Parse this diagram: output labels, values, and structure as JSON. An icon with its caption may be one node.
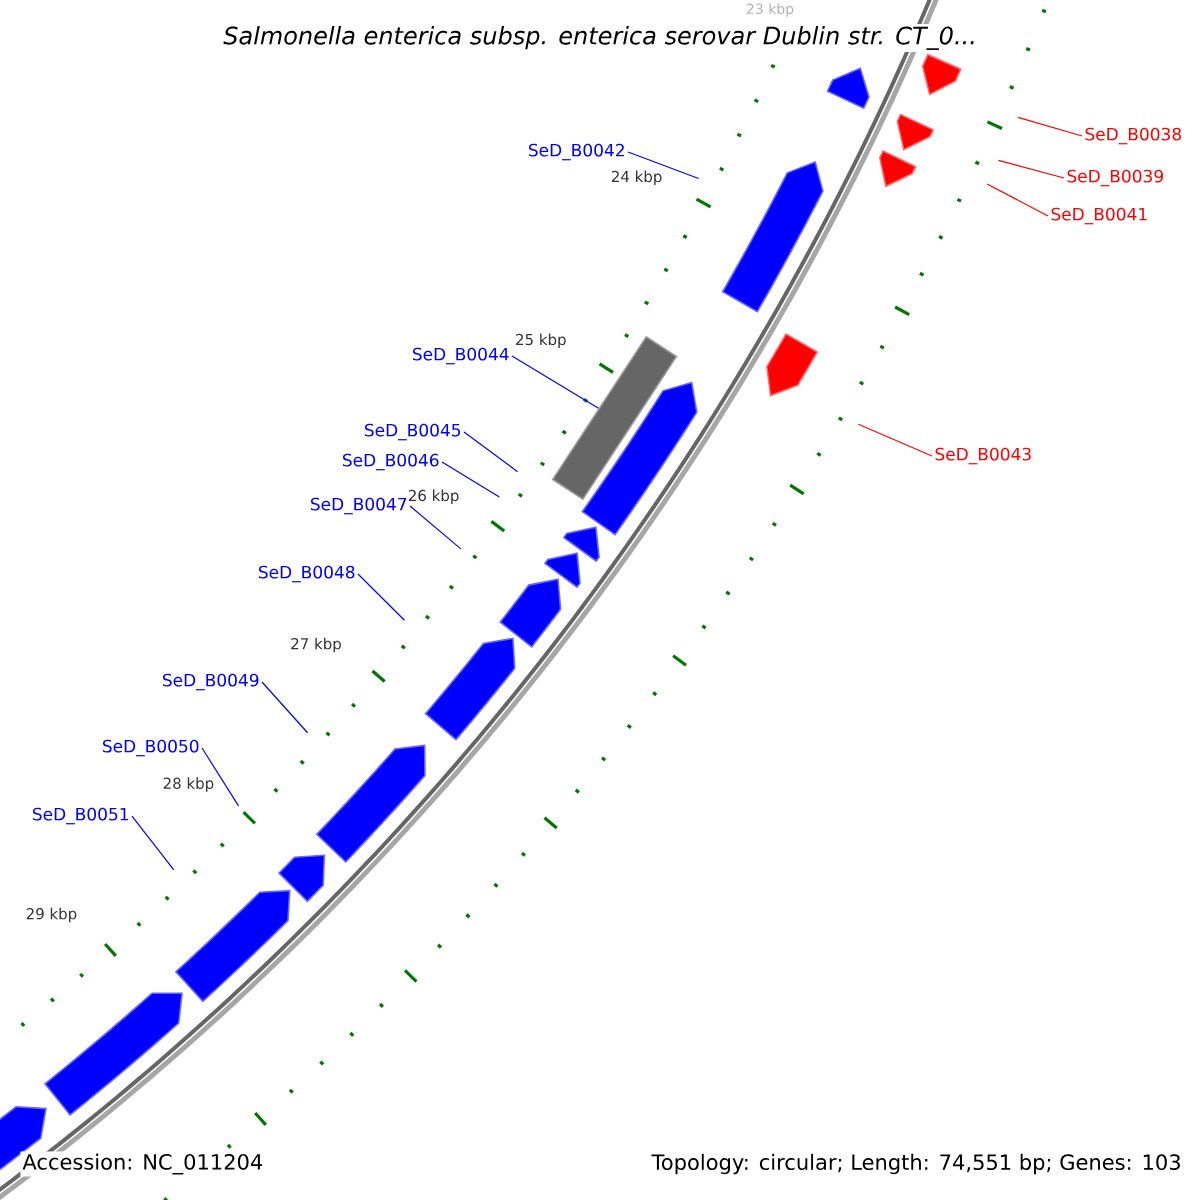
{
  "diagram": {
    "title": "Salmonella enterica subsp. enterica serovar Dublin str. CT_0...",
    "nodes": [
      {
        "text": [
          "SeD_B0038"
        ]
      },
      {
        "text": [
          "SeD_B0039"
        ]
      },
      {
        "text": [
          "SeD_B0041"
        ]
      },
      {
        "text": [
          "SeD_B0042"
        ]
      },
      {
        "text": [
          "SeD_B0043"
        ]
      },
      {
        "text": [
          "SeD_B0044"
        ]
      },
      {
        "text": [
          "SeD_B0045"
        ]
      },
      {
        "text": [
          "SeD_B0046"
        ]
      },
      {
        "text": [
          "SeD_B0047"
        ]
      },
      {
        "text": [
          "SeD_B0048"
        ]
      },
      {
        "text": [
          "SeD_B0049"
        ]
      },
      {
        "text": [
          "SeD_B0050"
        ]
      },
      {
        "text": [
          "SeD_B0051"
        ]
      },
      {
        "text": [],
        "shape": "bar"
      }
    ],
    "edges": [
      {
        "from": 0,
        "to": null,
        "arrow": "none",
        "color": "#ff0000"
      },
      {
        "from": 1,
        "to": null,
        "arrow": "none",
        "color": "#ff0000"
      },
      {
        "from": 2,
        "to": null,
        "arrow": "none",
        "color": "#ff0000"
      },
      {
        "from": 3,
        "to": null,
        "arrow": "none"
      },
      {
        "from": 4,
        "to": null,
        "arrow": "none",
        "color": "#ff0000"
      },
      {
        "from": 5,
        "to": 13,
        "arrow": "none"
      },
      {
        "from": 6,
        "to": null,
        "arrow": "none"
      },
      {
        "from": 7,
        "to": null,
        "arrow": "none"
      },
      {
        "from": 8,
        "to": null,
        "arrow": "none"
      },
      {
        "from": 9,
        "to": null,
        "arrow": "none"
      },
      {
        "from": 10,
        "to": null,
        "arrow": "none"
      },
      {
        "from": 11,
        "to": null,
        "arrow": "none"
      },
      {
        "from": 12,
        "to": null,
        "arrow": "none"
      }
    ],
    "labels": [
      "23 kbp",
      "24 kbp",
      "25 kbp",
      "26 kbp",
      "27 kbp",
      "28 kbp",
      "29 kbp",
      "Accession: NC_011204",
      "Topology: circular; Length: 74,551 bp; Genes: 103"
    ]
  }
}
